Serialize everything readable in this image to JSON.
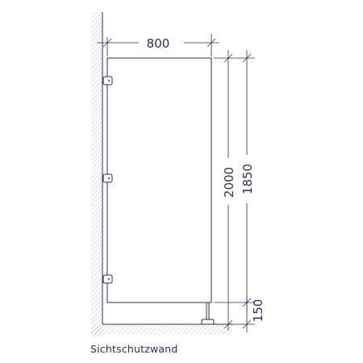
{
  "dimensions": {
    "width": "800",
    "total_height": "2000",
    "panel_height": "1850",
    "floor_clearance": "150"
  },
  "caption": "Sichtschutzwand",
  "colors": {
    "line": "#2d2d55",
    "hatch": "#6a6a8a",
    "background": "#ffffff"
  }
}
